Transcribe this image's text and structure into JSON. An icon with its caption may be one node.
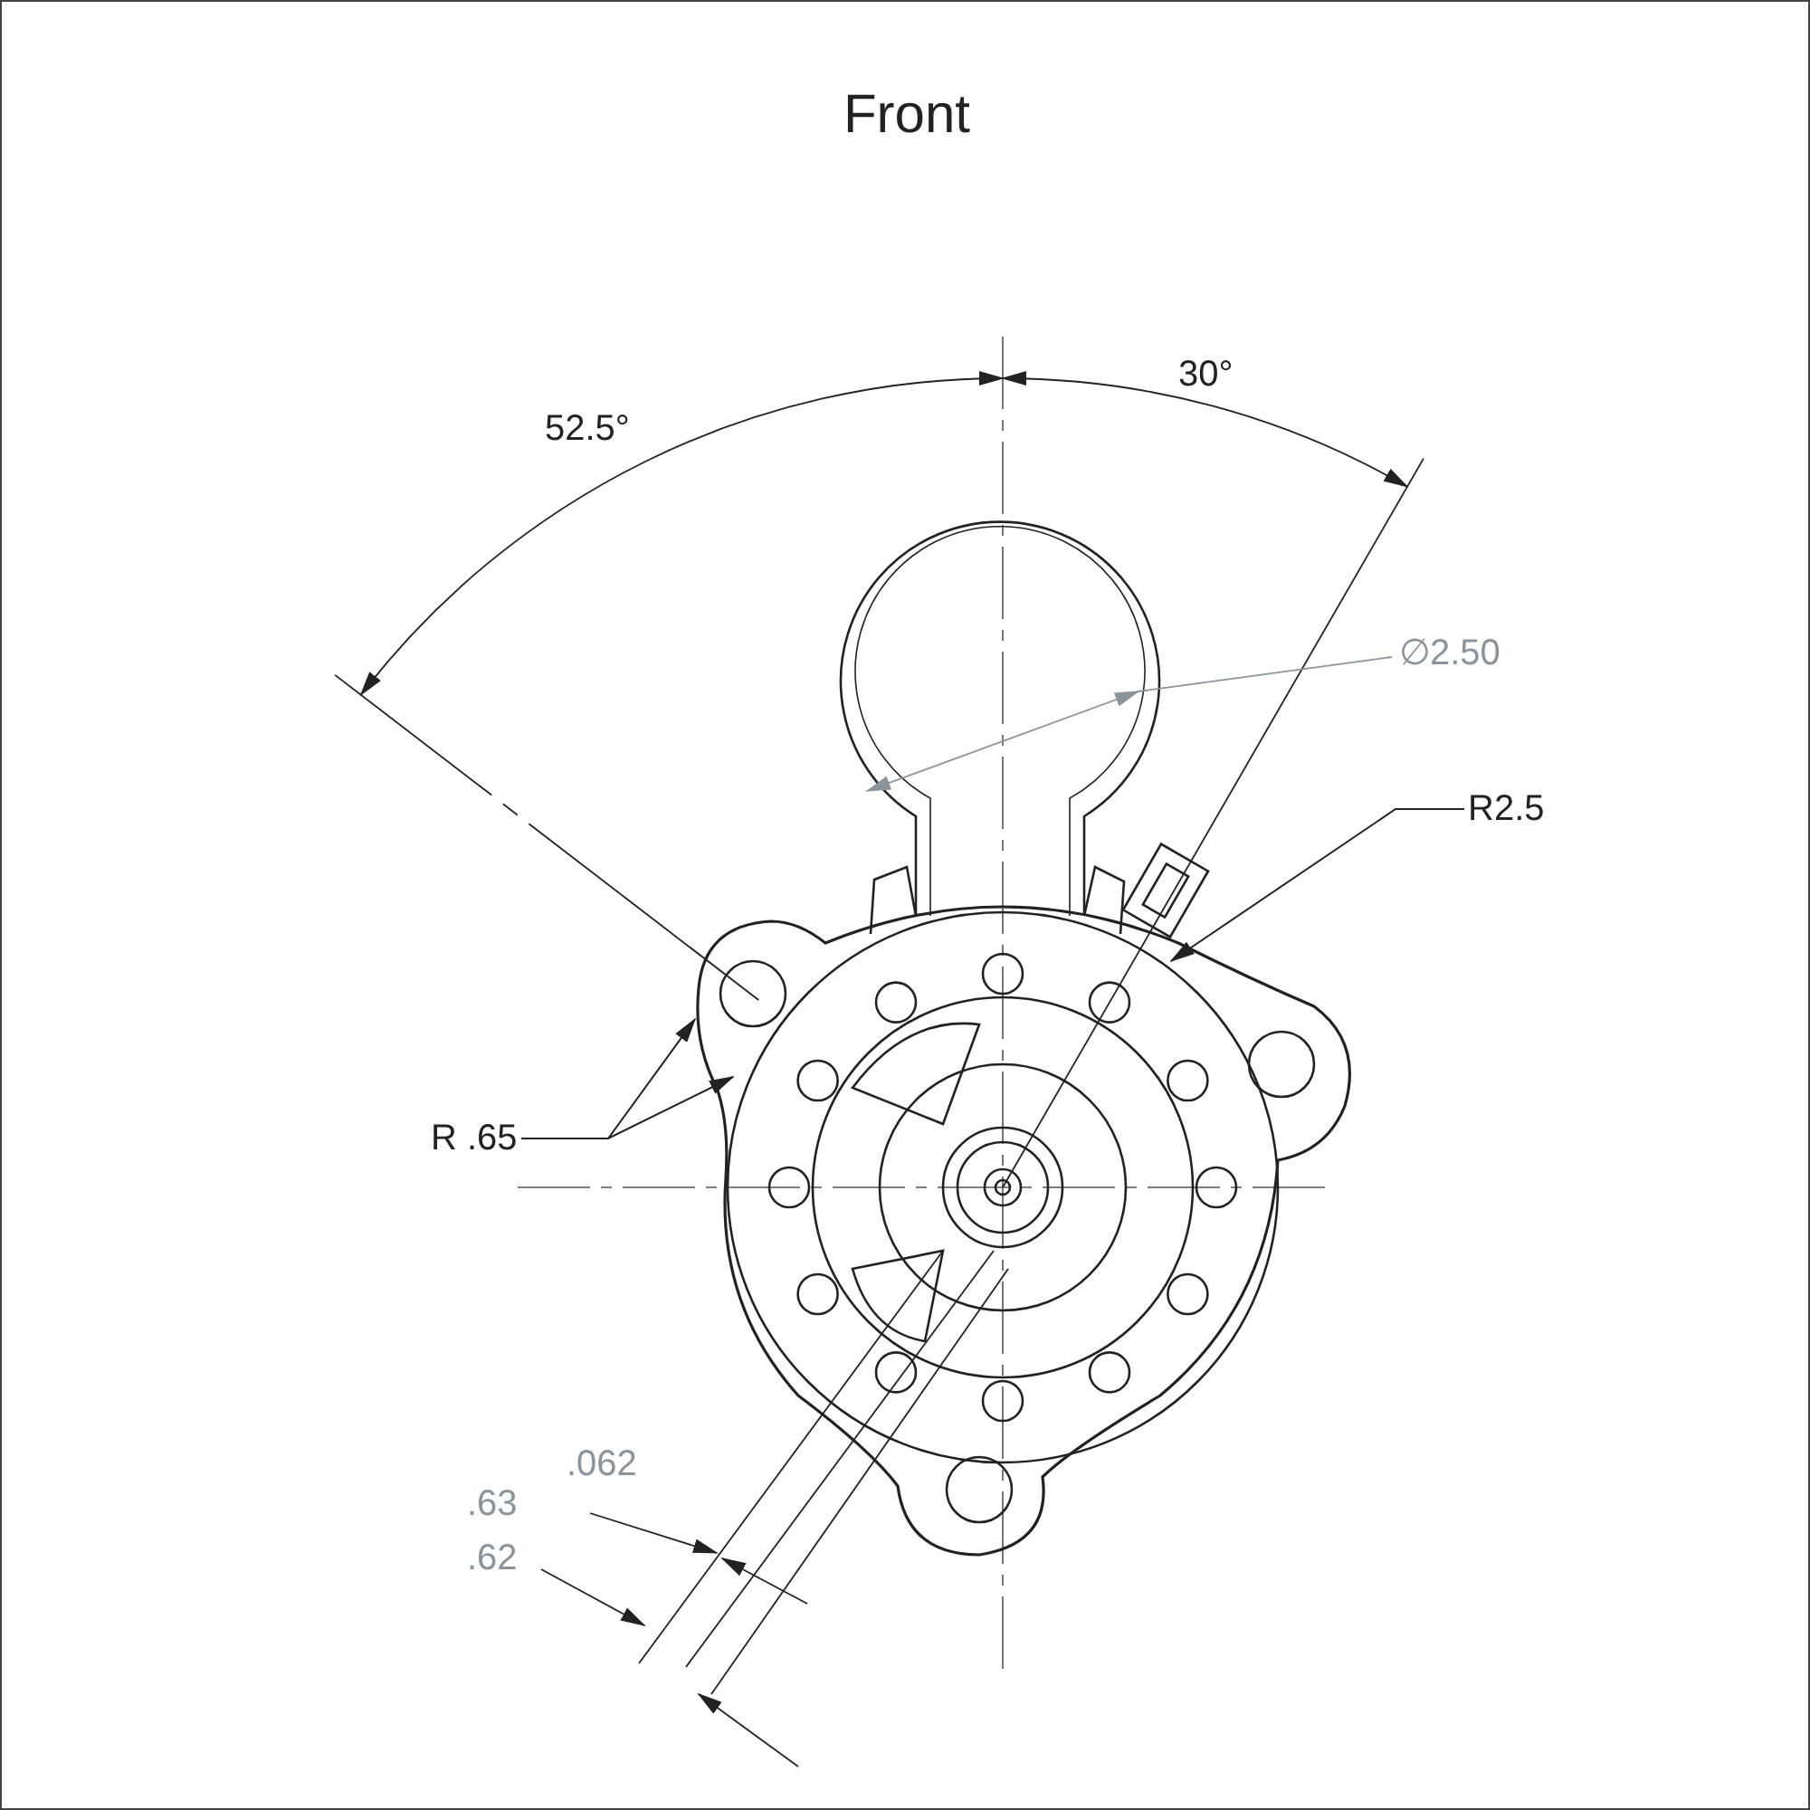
{
  "diagram": {
    "title": "Front",
    "nodes": [
      {
        "text": [
          "R2.5"
        ]
      },
      {
        "text": [
          "R .65"
        ]
      }
    ],
    "edges": [
      {
        "from": 0,
        "to": null,
        "arrow": "to"
      },
      {
        "from": 1,
        "to": null,
        "arrow": "to"
      },
      {
        "from": 1,
        "to": null,
        "arrow": "to"
      }
    ],
    "labels": [
      "52.5°",
      "30°",
      "∅2.50",
      ".062",
      ".63",
      ".62"
    ]
  }
}
